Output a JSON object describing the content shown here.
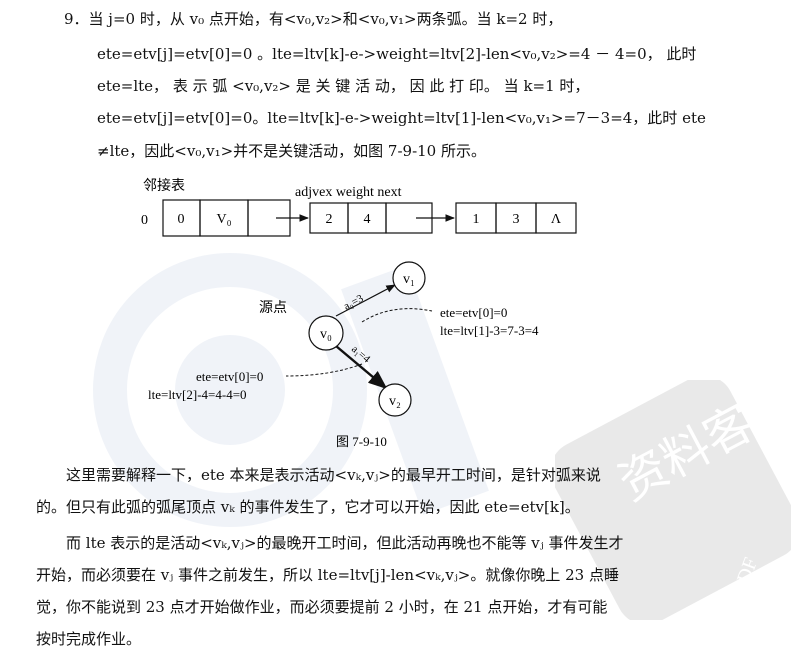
{
  "paragraph9": {
    "line1": "9．当 j=0 时，从 v₀ 点开始，有<v₀,v₂>和<v₀,v₁>两条弧。当 k=2 时，",
    "line2": "ete=etv[j]=etv[0]=0 。lte=ltv[k]-e->weight=ltv[2]-len<v₀,v₂>=4 － 4=0， 此时",
    "line3": "ete=lte， 表 示 弧 <v₀,v₂> 是 关 键 活 动， 因 此 打 印。 当  k=1  时，",
    "line4": "ete=etv[j]=etv[0]=0。lte=ltv[k]-e->weight=ltv[1]-len<v₀,v₁>=7－3=4，此时 ete",
    "line5": "≠lte，因此<v₀,v₁>并不是关键活动，如图 7-9-10 所示。"
  },
  "figure": {
    "adj_title": "邻接表",
    "header": "adjvex weight next",
    "row_index": "0",
    "head_index": "0",
    "head_vertex": "V₀",
    "node1": {
      "adjvex": "2",
      "weight": "4"
    },
    "node2": {
      "adjvex": "1",
      "weight": "3",
      "next": "Λ"
    },
    "source_label": "源点",
    "v0": "v₀",
    "v1": "v₁",
    "v2": "v₂",
    "edge_a0": "a₀=3",
    "edge_a1": "a₁=4",
    "note_v1_line1": "ete=etv[0]=0",
    "note_v1_line2": "lte=ltv[1]-3=7-3=4",
    "note_v2_line1": "ete=etv[0]=0",
    "note_v2_line2": "lte=ltv[2]-4=4-4=0",
    "caption": "图 7-9-10"
  },
  "paragraph_ete": {
    "line1": "这里需要解释一下，ete 本来是表示活动<vₖ,vⱼ>的最早开工时间，是针对弧来说",
    "line2": "的。但只有此弧的弧尾顶点 vₖ 的事件发生了，它才可以开始，因此 ete=etv[k]。"
  },
  "paragraph_lte": {
    "line1": "而 lte 表示的是活动<vₖ,vⱼ>的最晚开工时间，但此活动再晚也不能等 vⱼ 事件发生才",
    "line2": "开始，而必须要在 vⱼ 事件之前发生，所以 lte=ltv[j]-len<vₖ,vⱼ>。就像你晚上 23 点睡",
    "line3": "觉，你不能说到 23 点才开始做作业，而必须要提前 2 小时，在 21 点开始，才有可能",
    "line4": "按时完成作业。"
  },
  "watermark": {
    "seal_text": "资料客",
    "corner_text": "PDF"
  }
}
